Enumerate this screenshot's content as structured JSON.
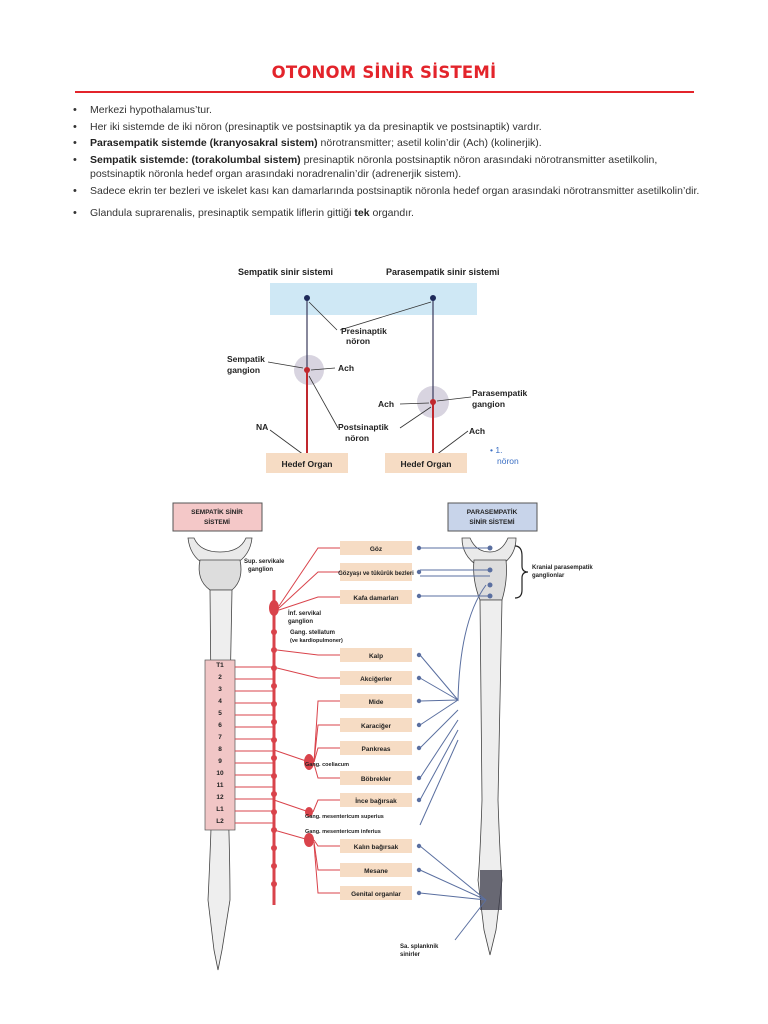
{
  "title": "OTONOM SİNİR SİSTEMİ",
  "bullets": {
    "b1": "Merkezi hypothalamus’tur.",
    "b2": "Her iki sistemde de iki nöron (presinaptik ve postsinaptik ya da presinaptik ve postsinaptik) vardır.",
    "b3_bold": "Parasempatik sistemde (kranyosakral sistem)",
    "b3_rest": " nörotransmitter; asetil kolin’dir (Ach) (kolinerjik).",
    "b4_bold": "Sempatik sistemde: (torakolumbal sistem)",
    "b4_rest": " presinaptik nöronla postsinaptik nöron arasındaki nörotransmitter asetilkolin, postsinaptik nöronla hedef organ arasındaki noradrenalin’dir (adrenerjik sistem).",
    "b5": "Sadece ekrin ter bezleri ve iskelet kası kan damarlarında postsinaptik nöronla hedef organ arasındaki nörotransmitter asetilkolin’dir.",
    "b6_pre": "Glandula suprarenalis, presinaptik sempatik liflerin gittiği ",
    "b6_bold": "tek",
    "b6_post": " organdır."
  },
  "diagram1": {
    "header_left": "Sempatik sinir sistemi",
    "header_right": "Parasempatik sinir sistemi",
    "presinaptik_1": "Presinaptik",
    "presinaptik_2": "nöron",
    "sempatik_gangl_1": "Sempatik",
    "sempatik_gangl_2": "gangion",
    "ach_1": "Ach",
    "ach_2": "Ach",
    "ach_3": "Ach",
    "parasempatik_gangl_1": "Parasempatik",
    "parasempatik_gangl_2": "gangion",
    "na": "NA",
    "postsinaptik_1": "Postsinaptik",
    "postsinaptik_2": "nöron",
    "hedef_left": "Hedef Organ",
    "hedef_right": "Hedef Organ",
    "note_1": "• 1.",
    "note_2": "nöron"
  },
  "diagram2": {
    "box_left_1": "SEMPATİK SİNİR",
    "box_left_2": "SİSTEMİ",
    "box_right_1": "PARASEMPATİK",
    "box_right_2": "SİNİR SİSTEMİ",
    "organs": [
      "Göz",
      "Gözyaşı ve tükürük bezleri",
      "Kafa damarları",
      "Kalp",
      "Akciğerler",
      "Mide",
      "Karaciğer",
      "Pankreas",
      "Böbrekler",
      "İnce bağırsak",
      "Kalın bağırsak",
      "Mesane",
      "Genital organlar"
    ],
    "label_sup_cervical_1": "Sup. servikale",
    "label_sup_cervical_2": "ganglion",
    "label_inf_cervical_1": "İnf. servikal",
    "label_inf_cervical_2": "ganglion",
    "label_stellate_1": "Gang. stellatum",
    "label_stellate_2": "(ve kardiopulmoner)",
    "label_celiac": "Gang. coeliacum",
    "label_sup_mes": "Gang. mesentericum superius",
    "label_inf_mes": "Gang. mesentericum inferius",
    "label_cranial_1": "Kranial parasempatik",
    "label_cranial_2": "ganglionlar",
    "label_sacral_1": "Sa. splanknik",
    "label_sacral_2": "sinirler",
    "vertebrae": [
      "T1",
      "2",
      "3",
      "4",
      "5",
      "6",
      "7",
      "8",
      "9",
      "10",
      "11",
      "12",
      "L1",
      "L2"
    ]
  },
  "colors": {
    "accent": "#e3242b",
    "sympathetic": "#e0505a",
    "parasympathetic": "#5a6fa0",
    "target_box": "#f6dcc4",
    "header_band": "#cfe8f5"
  }
}
